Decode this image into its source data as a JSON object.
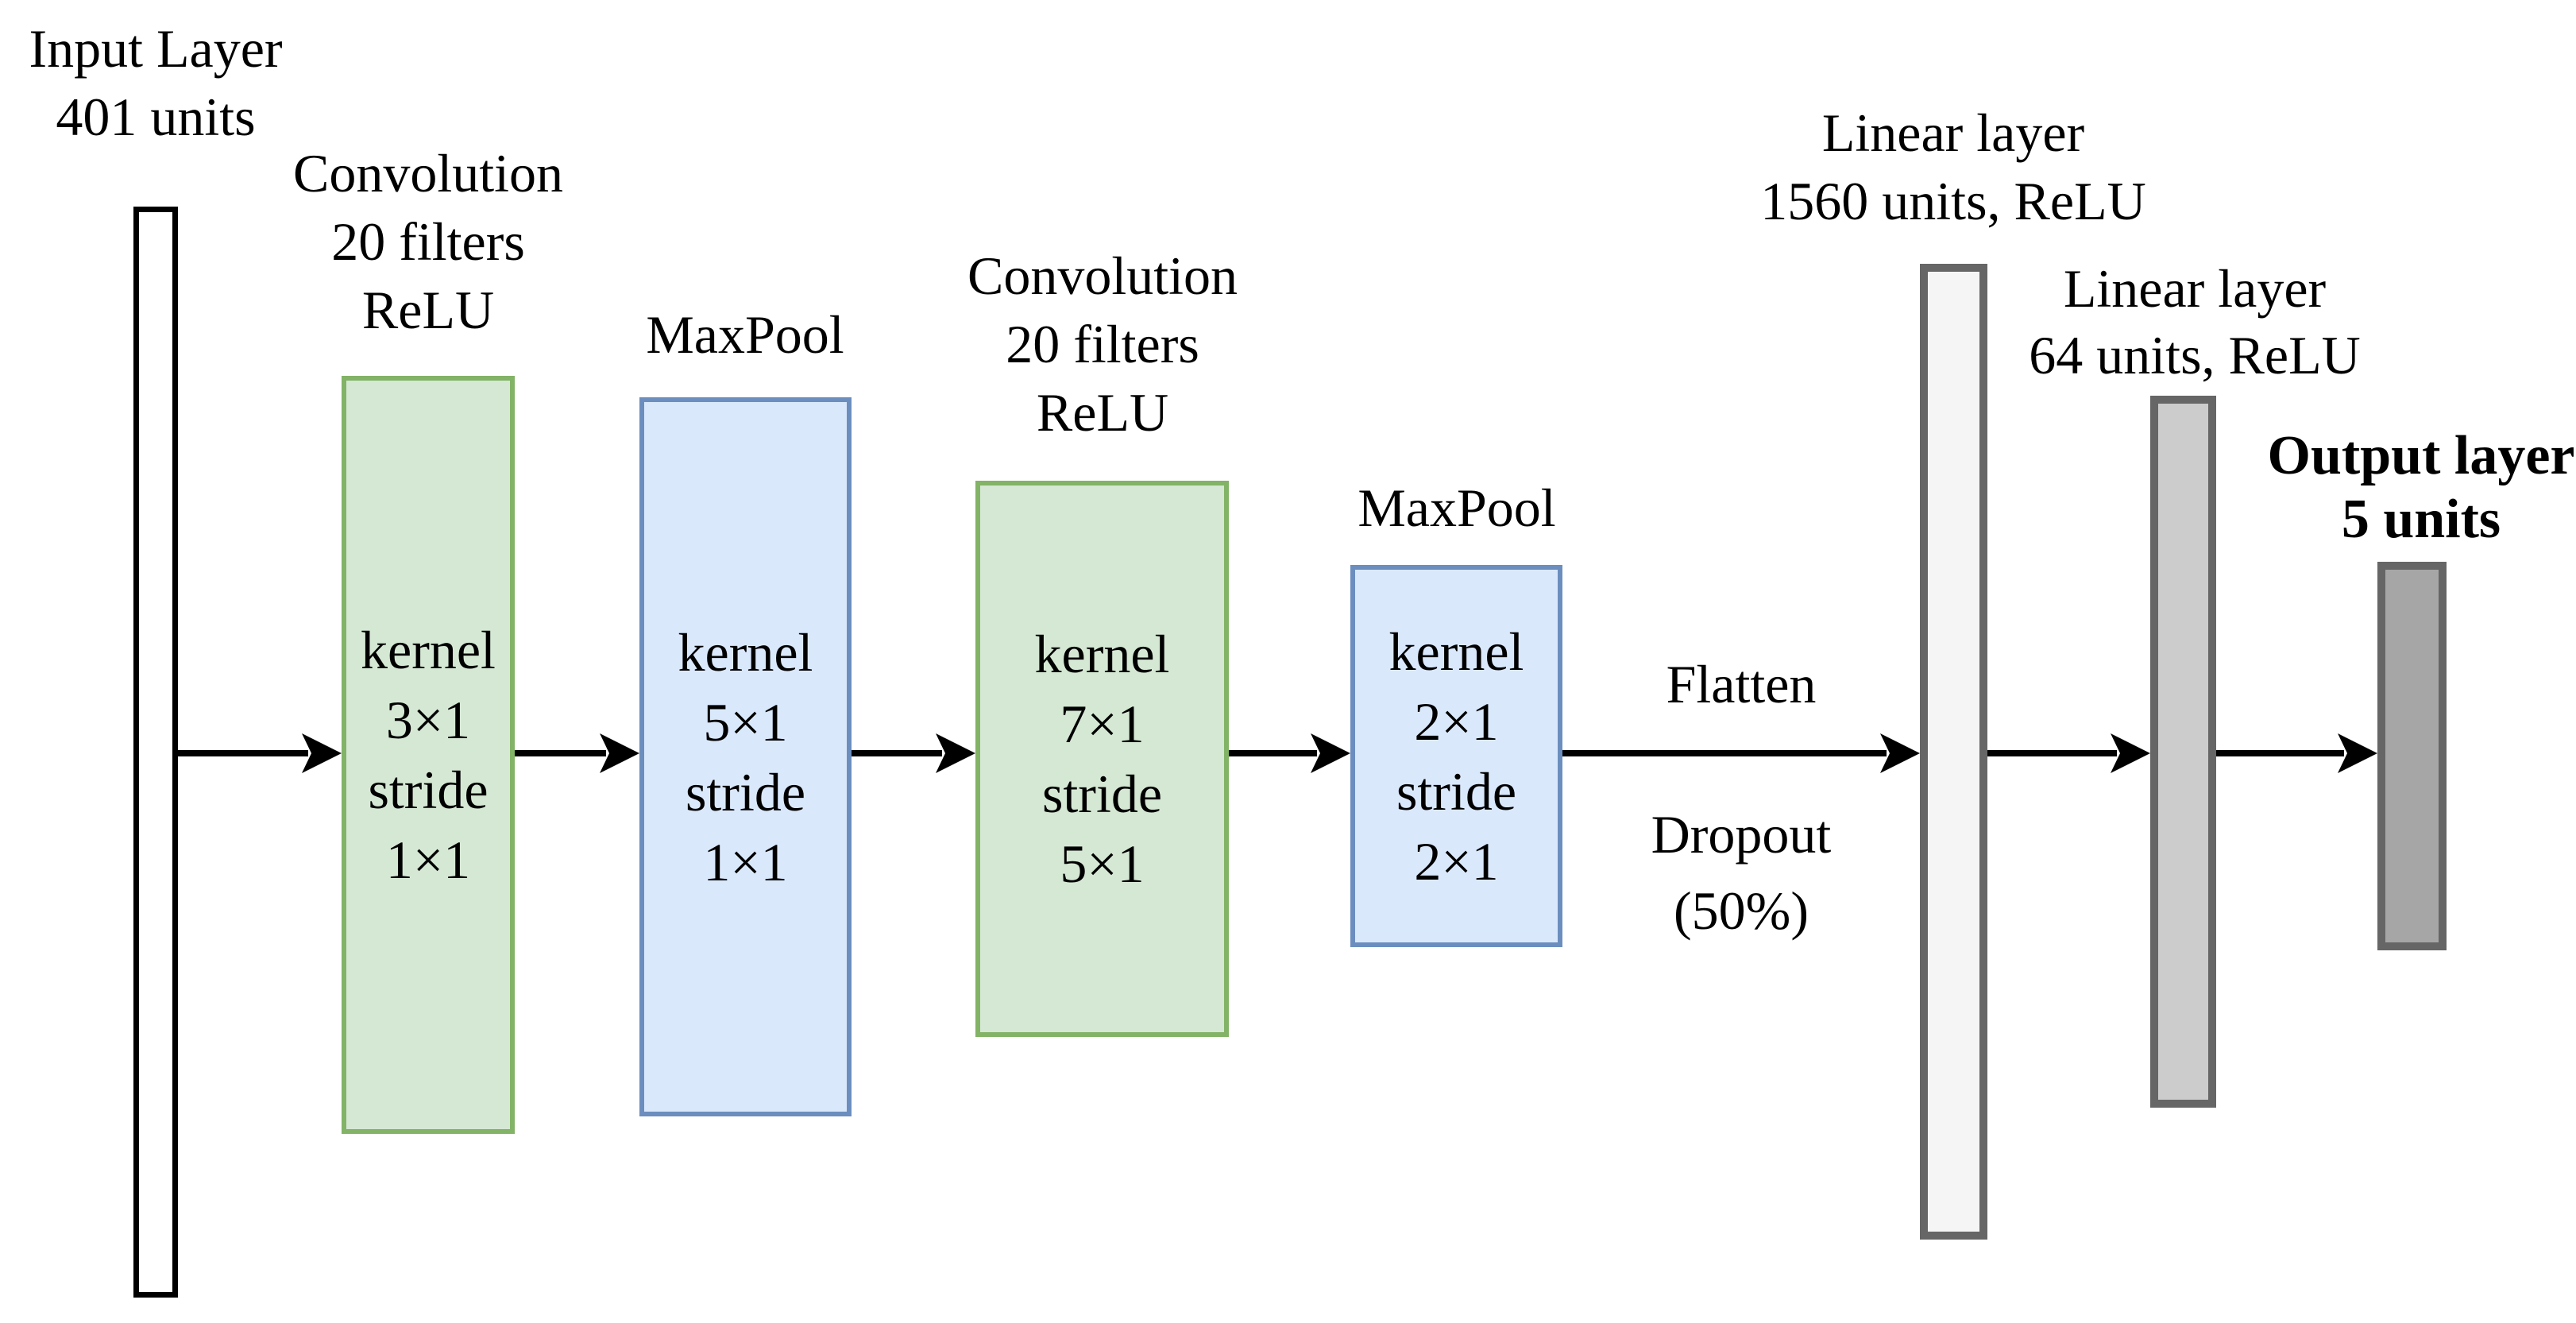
{
  "diagram": {
    "input": {
      "label": [
        "Input Layer",
        "401 units"
      ]
    },
    "conv1": {
      "label": [
        "Convolution",
        "20 filters",
        "ReLU"
      ],
      "params": [
        "kernel",
        "3×1",
        "stride",
        "1×1"
      ]
    },
    "pool1": {
      "label": "MaxPool",
      "params": [
        "kernel",
        "5×1",
        "stride",
        "1×1"
      ]
    },
    "conv2": {
      "label": [
        "Convolution",
        "20 filters",
        "ReLU"
      ],
      "params": [
        "kernel",
        "7×1",
        "stride",
        "5×1"
      ]
    },
    "pool2": {
      "label": "MaxPool",
      "params": [
        "kernel",
        "2×1",
        "stride",
        "2×1"
      ]
    },
    "flatten": {
      "above": "Flatten",
      "below": [
        "Dropout",
        "(50%)"
      ]
    },
    "fc1": {
      "label": [
        "Linear layer",
        "1560 units, ReLU"
      ]
    },
    "fc2": {
      "label": [
        "Linear layer",
        "64 units, ReLU"
      ]
    },
    "output": {
      "label": [
        "Output layer",
        "5 units"
      ]
    },
    "colors": {
      "conv_fill": "#d5e8d4",
      "conv_stroke": "#82b366",
      "pool_fill": "#dae8fc",
      "pool_stroke": "#6c8ebf",
      "fc1_fill": "#f5f5f5",
      "fc2_fill": "#cccccc",
      "output_fill": "#a6a6a6",
      "bar_stroke": "#666666",
      "input_fill": "#ffffff",
      "input_stroke": "#000000",
      "arrow": "#000000"
    }
  }
}
